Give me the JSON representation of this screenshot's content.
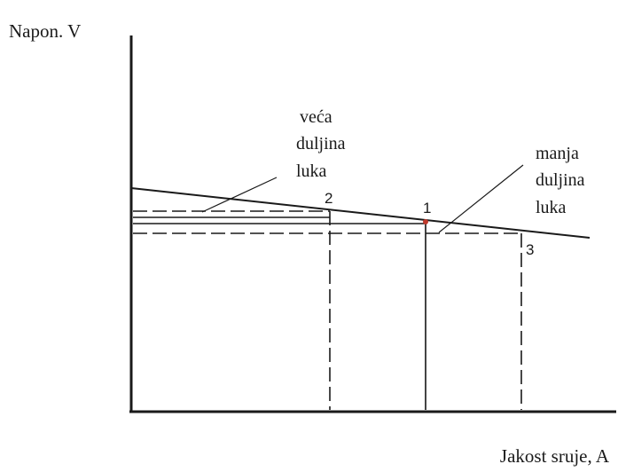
{
  "axes": {
    "y_label": "Napon. V",
    "x_label": "Jakost sruje, A"
  },
  "annotations": {
    "longer_arc_line1": "veća",
    "longer_arc_line2": "duljina",
    "longer_arc_line3": "luka",
    "shorter_arc_line1": "manja",
    "shorter_arc_line2": "duljina",
    "shorter_arc_line3": "luka"
  },
  "points": {
    "p1": "1",
    "p2": "2",
    "p3": "3"
  },
  "colors": {
    "ink": "#1a1a1a",
    "operating_point": "#c0392b"
  }
}
